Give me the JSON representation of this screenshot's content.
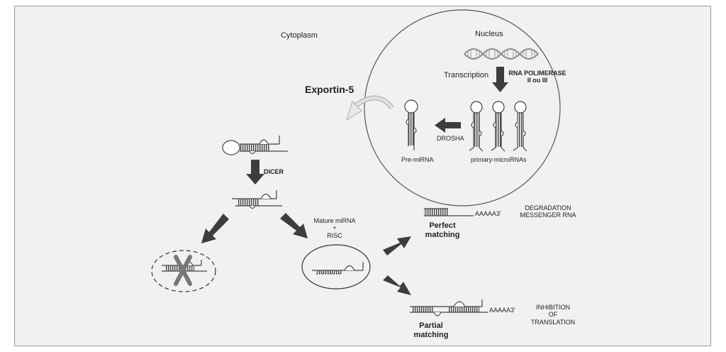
{
  "regions": {
    "cytoplasm": "Cytoplasm",
    "nucleus": "Nucleus"
  },
  "steps": {
    "transcription": "Transcription",
    "rna_polymerase_line1": "RNA POLIMERASE",
    "rna_polymerase_line2": "II ou III",
    "drosha": "DROSHA",
    "exportin": "Exportin-5",
    "dicer": "DICER"
  },
  "molecules": {
    "pre_mirna": "Pre-miRNA",
    "primary_micrornas": "primary-microRNAs",
    "mature_line1": "Mature miRNA",
    "mature_line2": "+",
    "mature_line3": "RISC",
    "polya_perfect": "AAAAA3'",
    "polya_partial": "AAAAA3'"
  },
  "outcomes": {
    "perfect_line1": "Perfect",
    "perfect_line2": "matching",
    "partial_line1": "Partial",
    "partial_line2": "matching",
    "degradation_line1": "DEGRADATION",
    "degradation_line2": "MESSENGER RNA",
    "inhibition_line1": "INHIBITION",
    "inhibition_line2": "OF",
    "inhibition_line3": "TRANSLATION"
  },
  "colors": {
    "frame_bg": "#f1f1f1",
    "arrow": "#3d3d3d",
    "line": "#444444",
    "dna": "#8a8a8a"
  }
}
